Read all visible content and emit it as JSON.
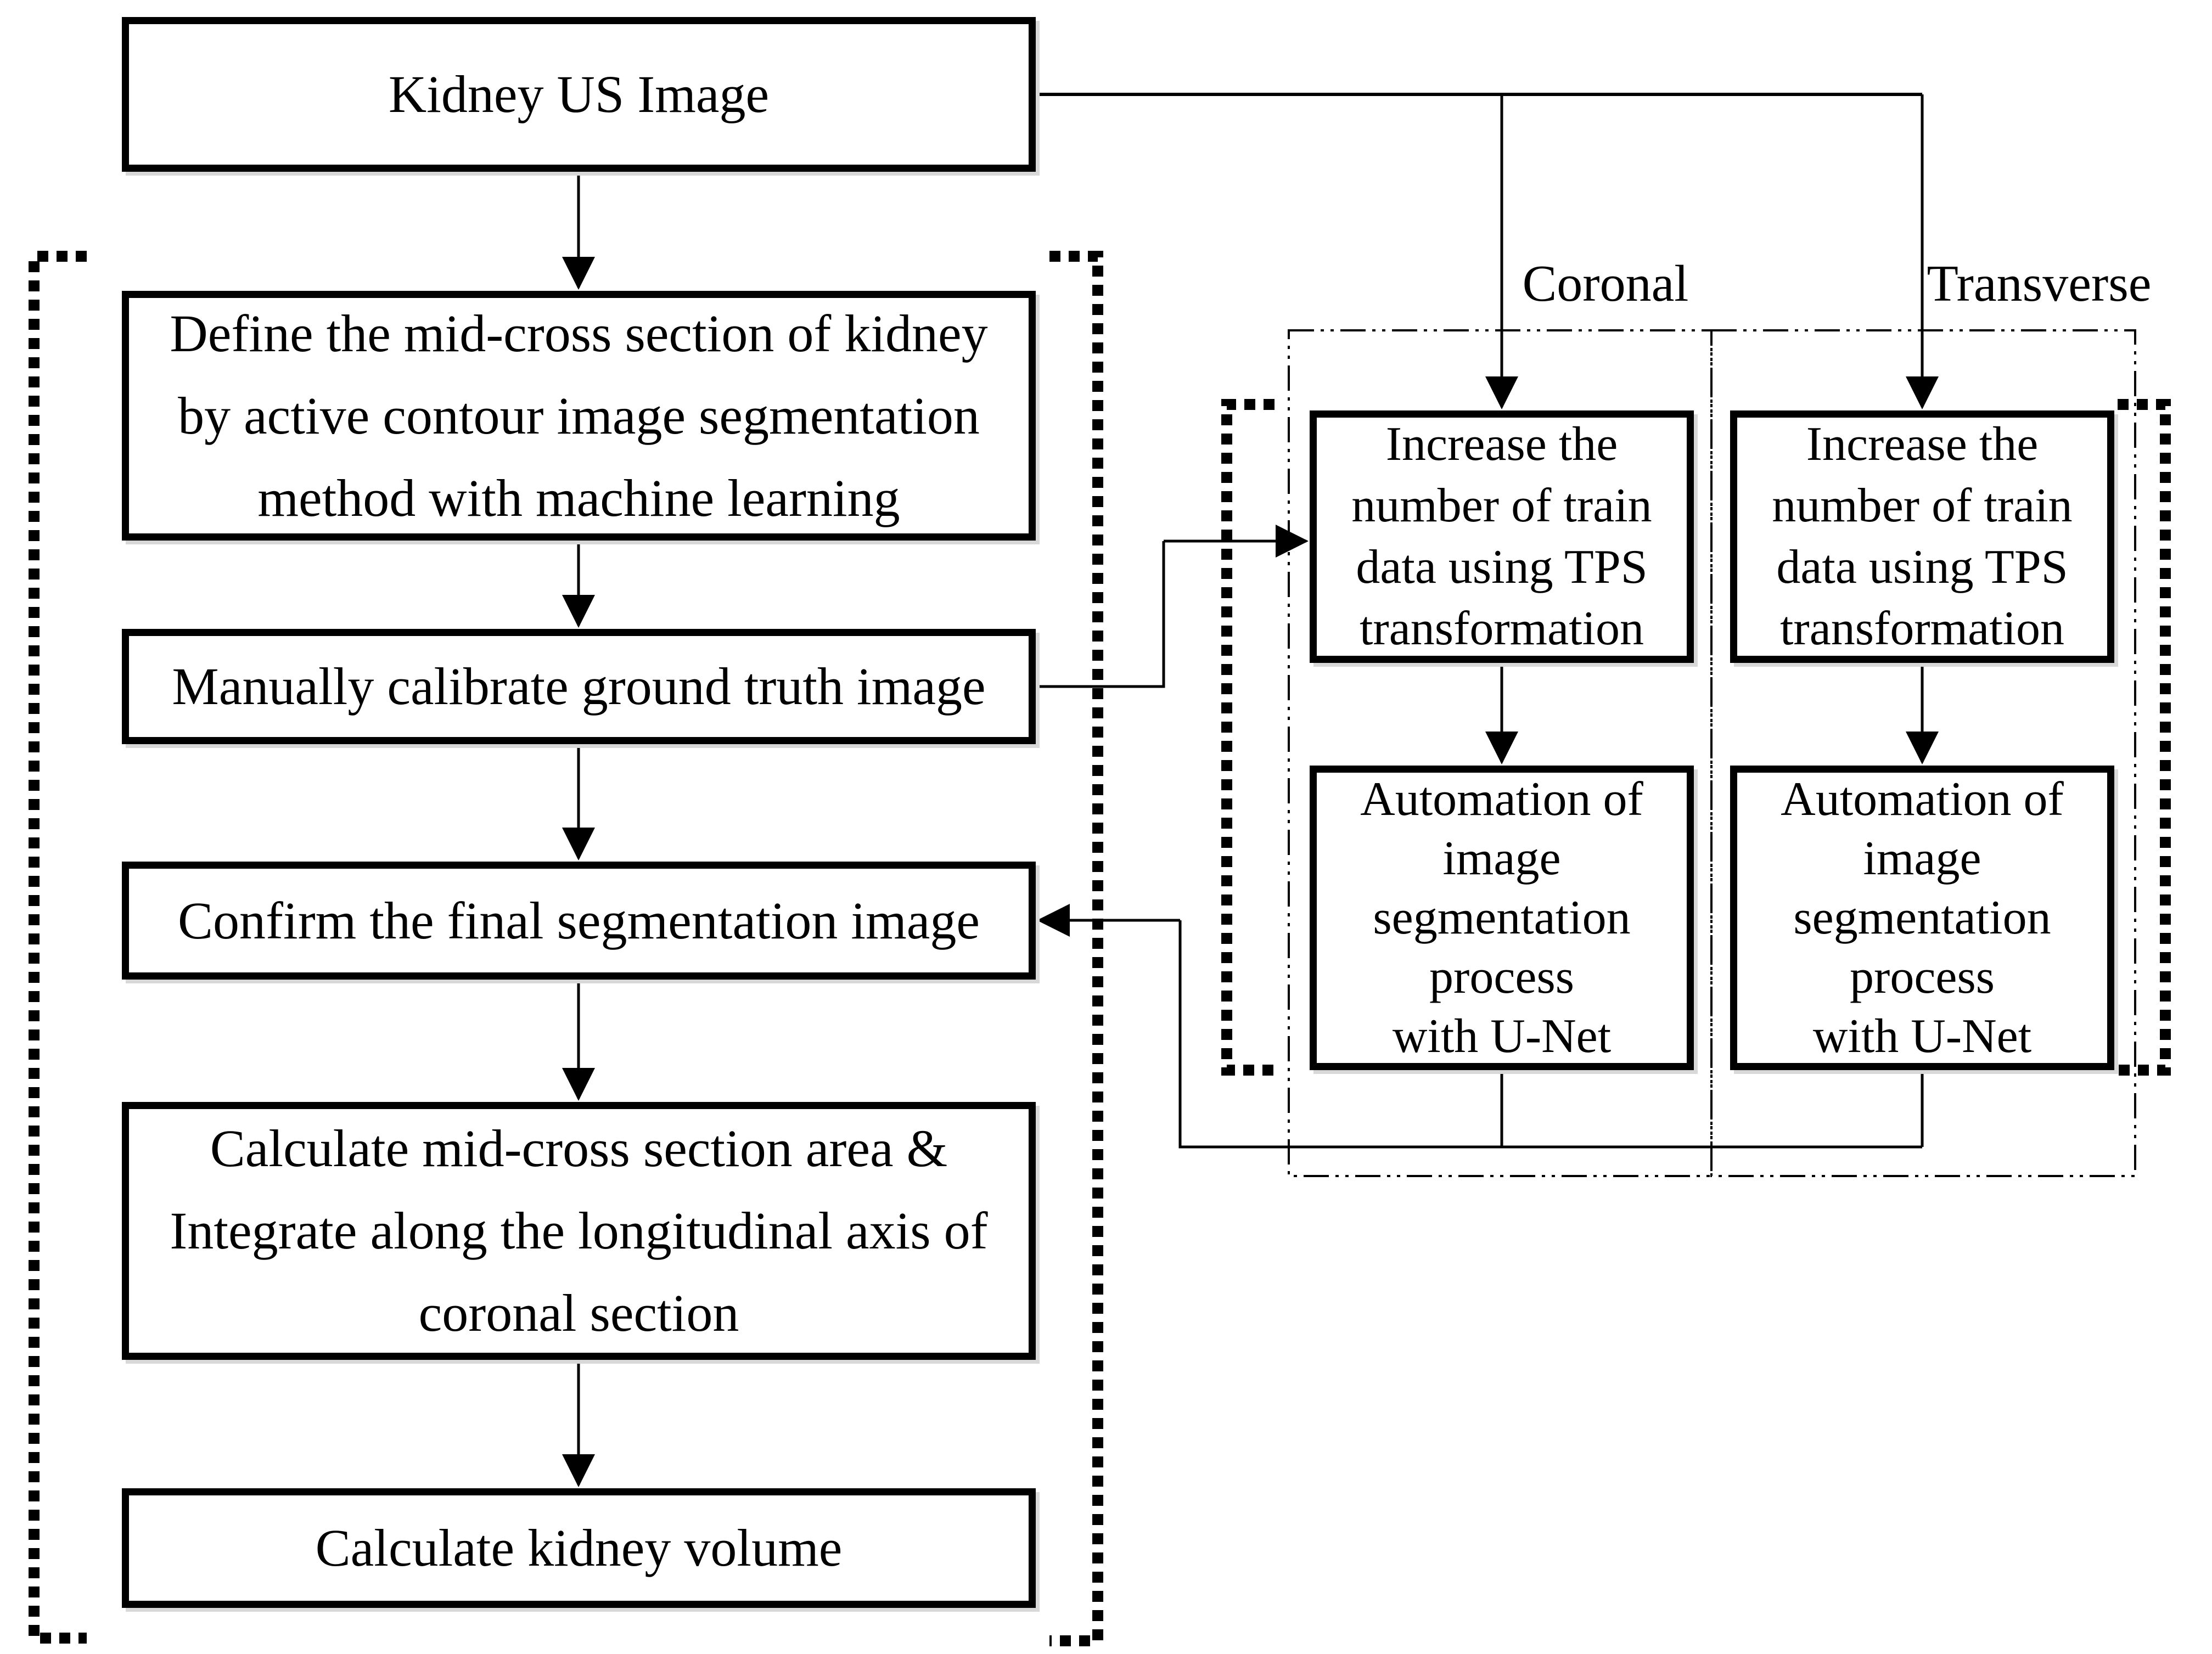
{
  "diagram": {
    "title_hint": "Kidney ultrasound volume measurement flowchart",
    "colors": {
      "line": "#000000",
      "background": "#ffffff",
      "text": "#000000"
    },
    "nodes": {
      "kidney_us": "Kidney US Image",
      "define": "Define the mid-cross section of kidney\nby active contour image segmentation\nmethod with machine learning",
      "calibrate": "Manually calibrate ground truth image",
      "confirm": "Confirm the final segmentation image",
      "calc_area": "Calculate mid-cross section area &\nIntegrate along the longitudinal axis of\ncoronal section",
      "volume": "Calculate kidney volume",
      "tps_coronal": "Increase the\nnumber of train\ndata using TPS\ntransformation",
      "unet_coronal": "Automation of\nimage\nsegmentation\nprocess\nwith U-Net",
      "tps_transverse": "Increase the\nnumber of train\ndata using TPS\ntransformation",
      "unet_transverse": "Automation of\nimage\nsegmentation\nprocess\nwith U-Net"
    },
    "labels": {
      "coronal": "Coronal",
      "transverse": "Transverse"
    }
  }
}
